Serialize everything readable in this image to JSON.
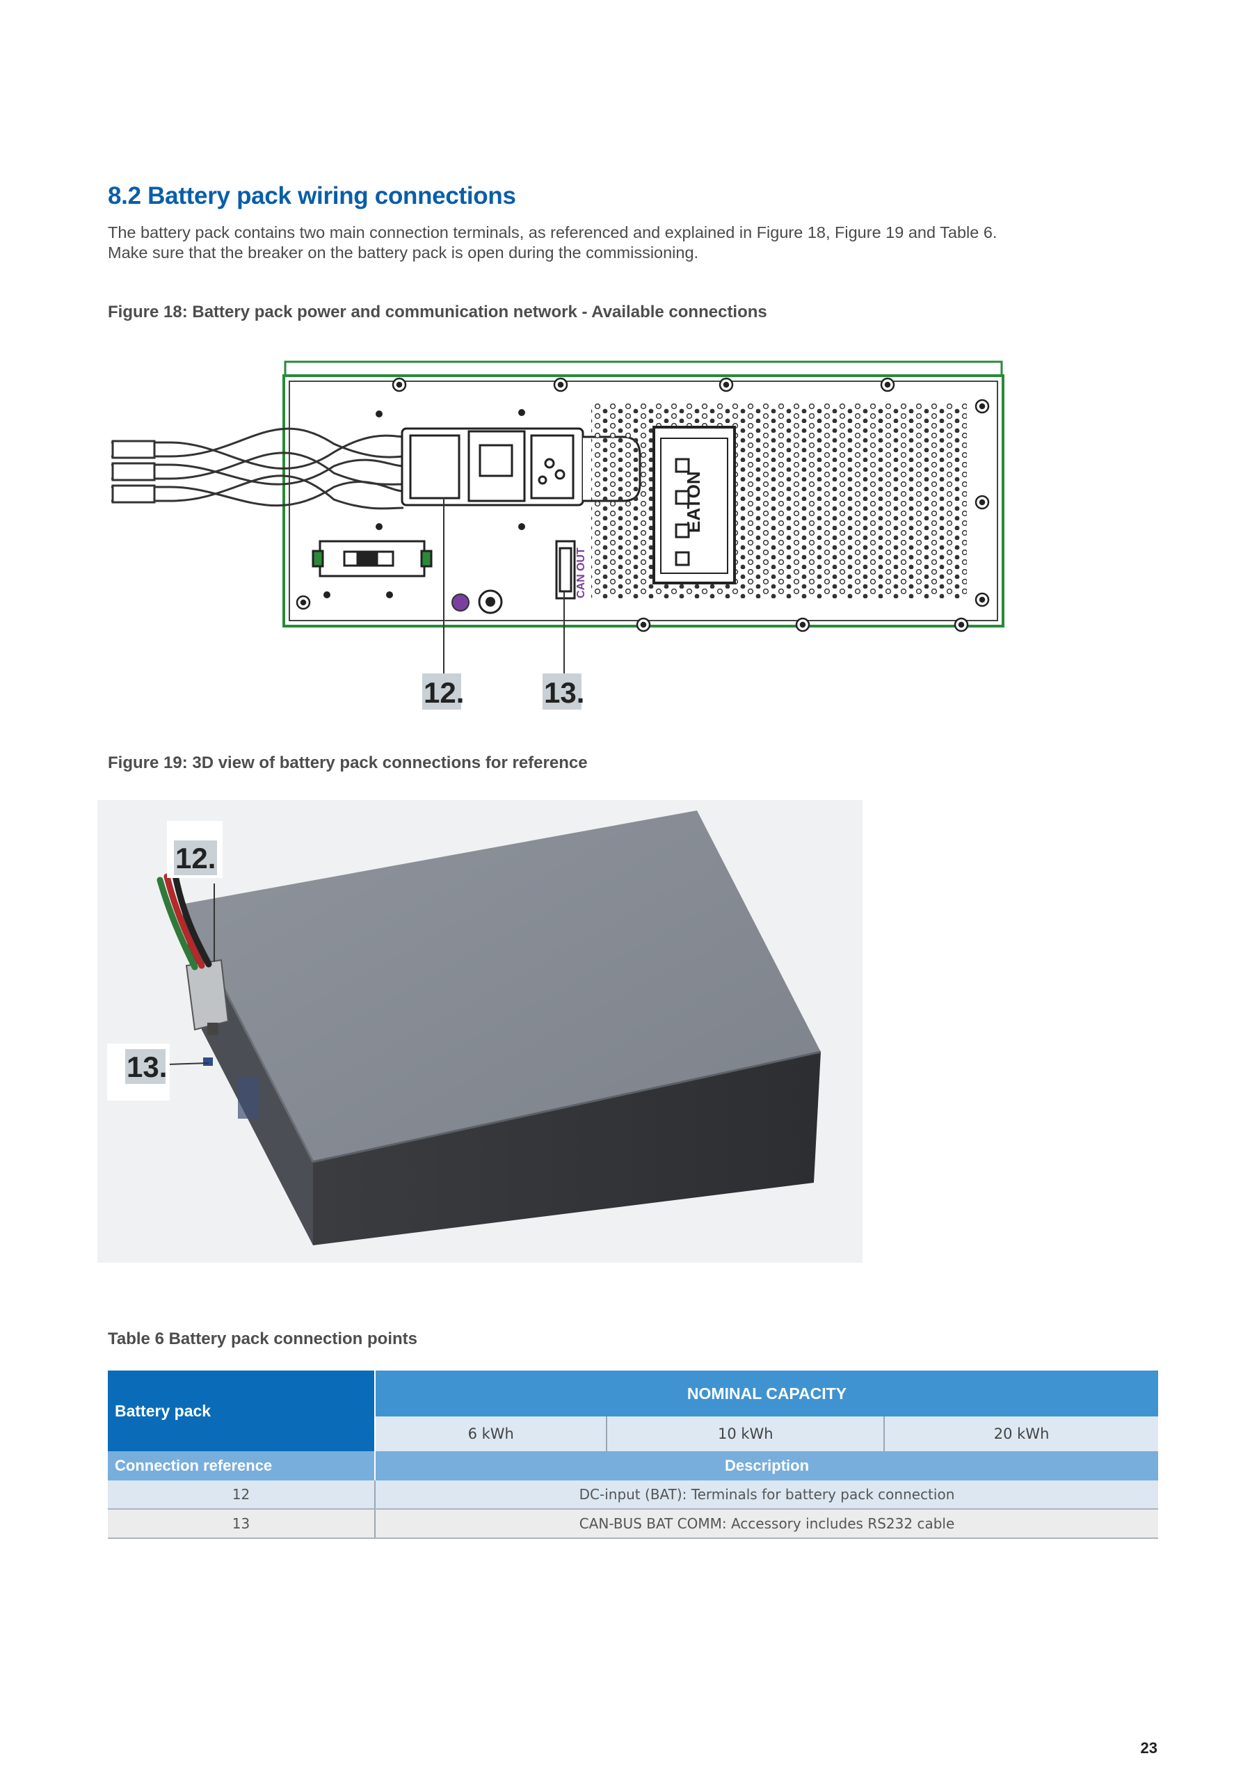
{
  "section": {
    "heading": "8.2 Battery pack wiring connections",
    "intro_line1": "The battery pack contains two main connection terminals, as referenced and explained in Figure 18, Figure 19 and Table 6.",
    "intro_line2": "Make sure that the breaker on the battery pack is open during the commissioning."
  },
  "figure18": {
    "caption": "Figure 18: Battery pack power and communication network - Available connections",
    "callouts": [
      "12.",
      "13."
    ],
    "can_label": "CAN OUT",
    "brand_text": "EATON"
  },
  "figure19": {
    "caption": "Figure 19: 3D view of battery pack connections for reference",
    "callouts": [
      "12.",
      "13."
    ]
  },
  "table6": {
    "caption": "Table 6 Battery pack connection points",
    "header_left": "Battery pack",
    "header_group": "NOMINAL CAPACITY",
    "capacities": [
      "6 kWh",
      "10 kWh",
      "20 kWh"
    ],
    "subheader_left": "Connection reference",
    "subheader_right": "Description",
    "rows": [
      {
        "ref": "12",
        "description": "DC-input (BAT): Terminals for battery pack connection"
      },
      {
        "ref": "13",
        "description": "CAN-BUS BAT COMM: Accessory includes RS232 cable"
      }
    ]
  },
  "footer": {
    "page_number": "23"
  }
}
